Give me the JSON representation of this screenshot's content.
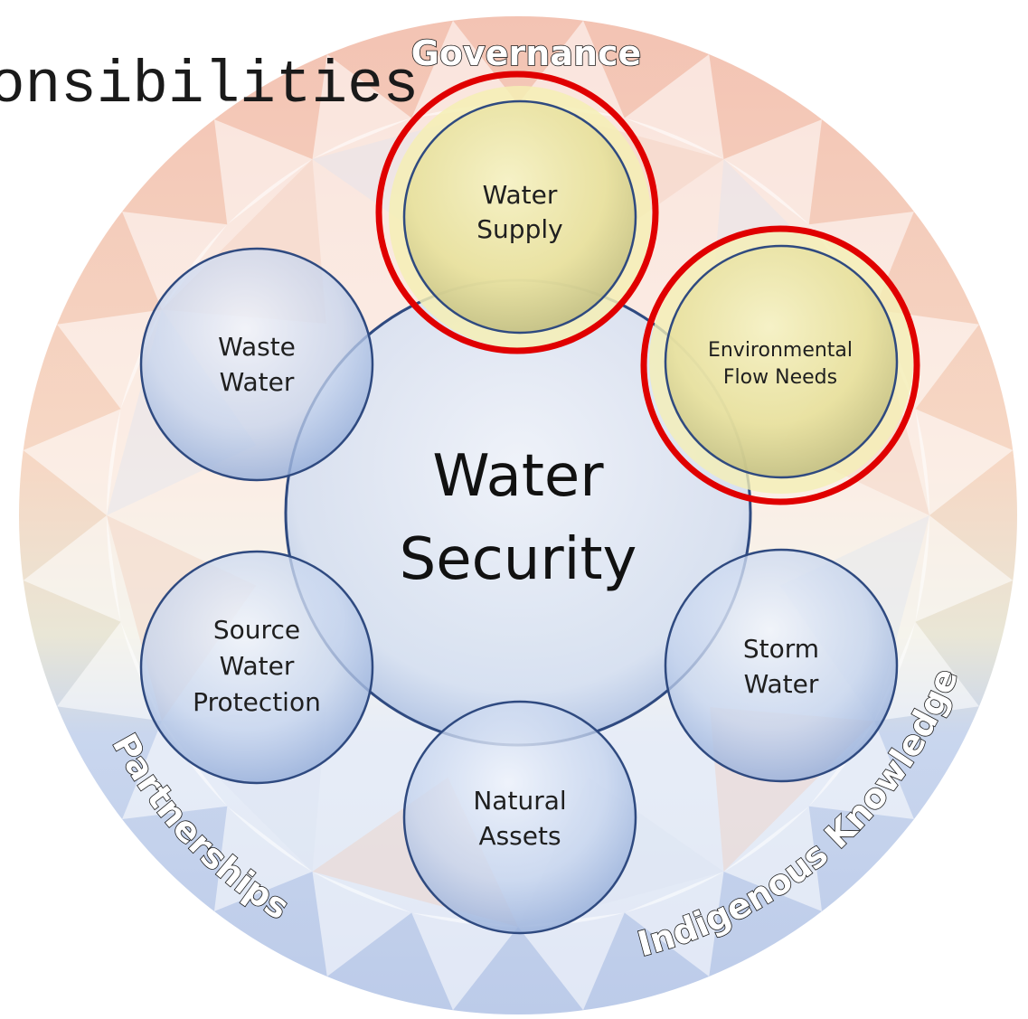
{
  "heading": "onsibilities",
  "center": {
    "line1": "Water",
    "line2": "Security"
  },
  "ring_labels": {
    "top": "Governance",
    "left": "Partnerships",
    "right": "Indigenous Knowledge"
  },
  "nodes": [
    {
      "id": "water-supply",
      "lines": [
        "Water",
        "Supply"
      ],
      "highlighted": true
    },
    {
      "id": "environmental-flow-needs",
      "lines": [
        "Environmental",
        "Flow Needs"
      ],
      "highlighted": true
    },
    {
      "id": "storm-water",
      "lines": [
        "Storm",
        "Water"
      ],
      "highlighted": false
    },
    {
      "id": "natural-assets",
      "lines": [
        "Natural",
        "Assets"
      ],
      "highlighted": false
    },
    {
      "id": "source-water-protection",
      "lines": [
        "Source",
        "Water",
        "Protection"
      ],
      "highlighted": false
    },
    {
      "id": "waste-water",
      "lines": [
        "Waste",
        "Water"
      ],
      "highlighted": false
    }
  ],
  "colors": {
    "ring_top": "#f0b49e",
    "ring_bottom": "#b6c8e8",
    "node_fill": "#b9cbe8",
    "node_stroke": "#2f4a80",
    "highlight_fill": "#e8e29a",
    "highlight_ring": "#ff0000"
  }
}
